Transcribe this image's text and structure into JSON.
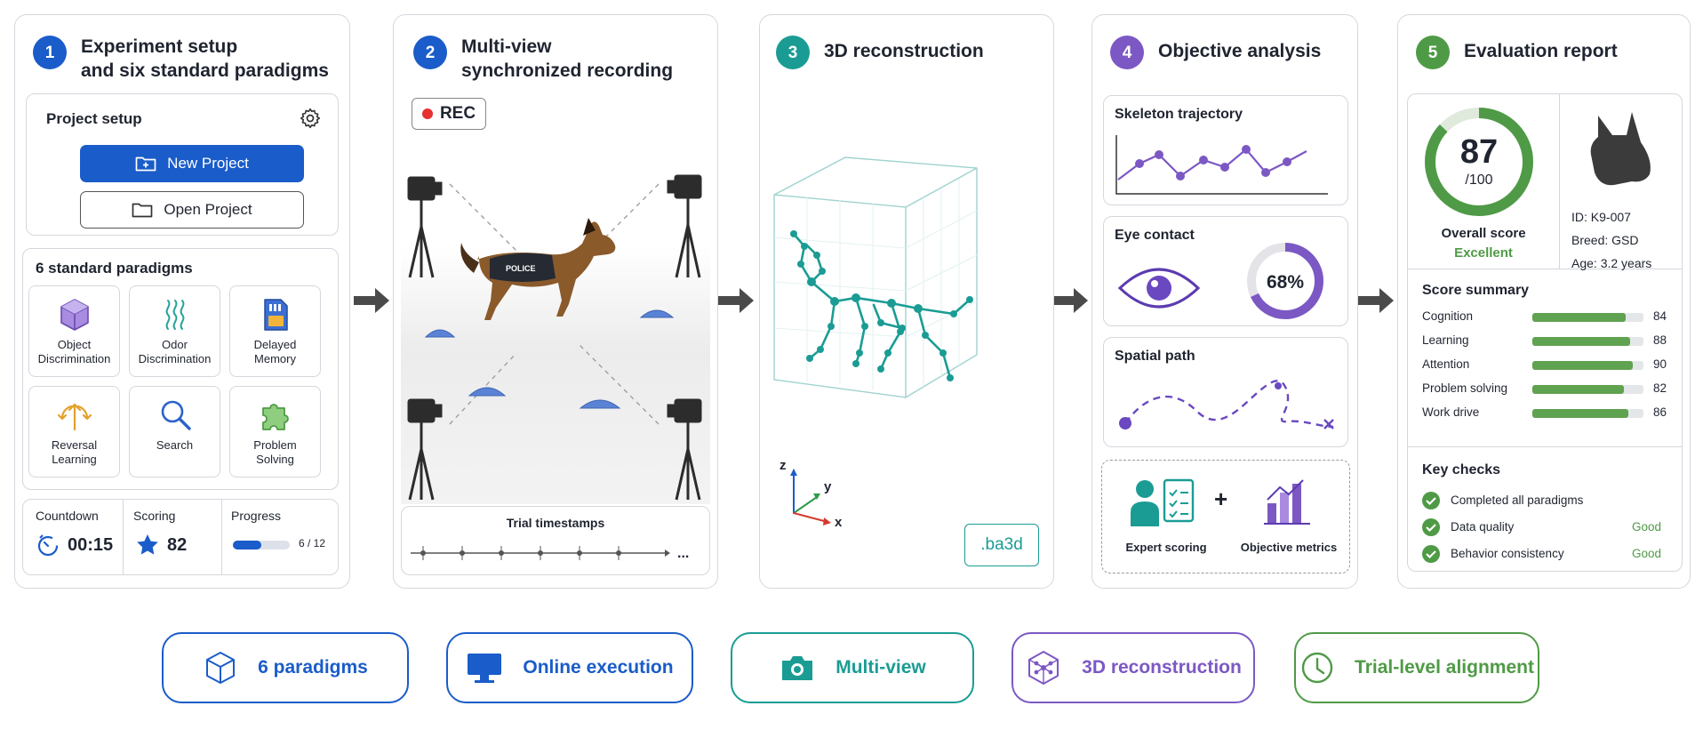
{
  "colors": {
    "blue": "#1a5cc9",
    "teal": "#1a9c94",
    "purple": "#7c58c4",
    "green": "#4f9a46",
    "arrow": "#4a4a4a"
  },
  "p1": {
    "num": "1",
    "title": "Experiment setup\nand six standard paradigms",
    "project_setup": "Project setup",
    "new_project": "New Project",
    "open_project": "Open Project",
    "paradigms_title": "6 standard paradigms",
    "paradigms": [
      {
        "label": "Object\nDiscrimination",
        "icon": "cube-icon"
      },
      {
        "label": "Odor\nDiscrimination",
        "icon": "odor-icon"
      },
      {
        "label": "Delayed\nMemory",
        "icon": "memory-card-icon"
      },
      {
        "label": "Reversal\nLearning",
        "icon": "reversal-arrows-icon"
      },
      {
        "label": "Search",
        "icon": "magnifier-icon"
      },
      {
        "label": "Problem\nSolving",
        "icon": "puzzle-icon"
      }
    ],
    "countdown_label": "Countdown",
    "countdown_value": "00:15",
    "scoring_label": "Scoring",
    "scoring_value": "82",
    "progress_label": "Progress",
    "progress_value": "6 / 12",
    "progress_fraction": 0.5
  },
  "p2": {
    "num": "2",
    "title": "Multi-view\nsynchronized recording",
    "rec": "REC",
    "vest_text": "POLICE",
    "timestamps_title": "Trial timestamps",
    "ellipsis": "..."
  },
  "p3": {
    "num": "3",
    "title": "3D reconstruction",
    "axis_z": "z",
    "axis_y": "y",
    "axis_x": "x",
    "file_ext": ".ba3d"
  },
  "p4": {
    "num": "4",
    "title": "Objective analysis",
    "skeleton_title": "Skeleton trajectory",
    "eye_title": "Eye contact",
    "eye_value": "68%",
    "eye_fraction": 0.68,
    "spatial_title": "Spatial path",
    "expert_label": "Expert scoring",
    "plus": "+",
    "metrics_label": "Objective metrics"
  },
  "p5": {
    "num": "5",
    "title": "Evaluation report",
    "score": "87",
    "score_max": "/100",
    "score_fraction": 0.87,
    "overall_label": "Overall score",
    "overall_value": "Excellent",
    "id": "ID: K9-007",
    "breed": "Breed: GSD",
    "age": "Age: 3.2 years",
    "summary_title": "Score summary",
    "summary": [
      {
        "name": "Cognition",
        "value": 84
      },
      {
        "name": "Learning",
        "value": 88
      },
      {
        "name": "Attention",
        "value": 90
      },
      {
        "name": "Problem solving",
        "value": 82
      },
      {
        "name": "Work drive",
        "value": 86
      }
    ],
    "checks_title": "Key checks",
    "checks": [
      {
        "label": "Completed all paradigms",
        "status": ""
      },
      {
        "label": "Data quality",
        "status": "Good"
      },
      {
        "label": "Behavior consistency",
        "status": "Good"
      }
    ]
  },
  "pills": [
    {
      "label": "6 paradigms",
      "icon": "cube-icon"
    },
    {
      "label": "Online execution",
      "icon": "monitor-icon"
    },
    {
      "label": "Multi-view",
      "icon": "camera-icon"
    },
    {
      "label": "3D reconstruction",
      "icon": "network-cube-icon"
    },
    {
      "label": "Trial-level alignment",
      "icon": "clock-icon"
    }
  ]
}
